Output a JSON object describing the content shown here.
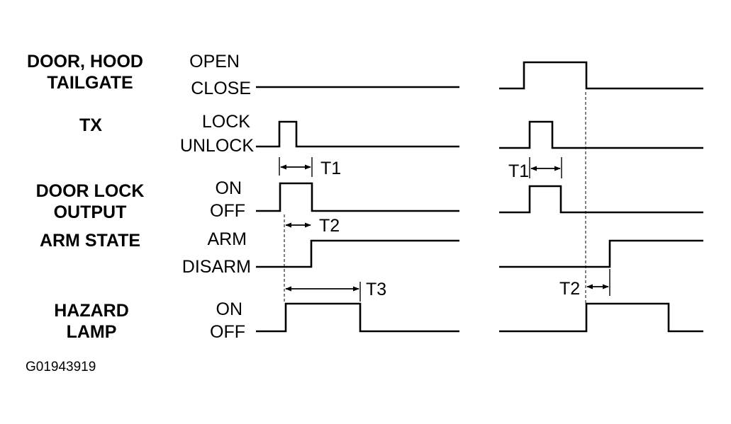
{
  "signals": [
    {
      "name_lines": [
        "DOOR, HOOD",
        "TAILGATE"
      ],
      "high_label": "OPEN",
      "low_label": "CLOSE"
    },
    {
      "name_lines": [
        "TX"
      ],
      "high_label": "LOCK",
      "low_label": "UNLOCK"
    },
    {
      "name_lines": [
        "DOOR LOCK",
        "OUTPUT"
      ],
      "high_label": "ON",
      "low_label": "OFF"
    },
    {
      "name_lines": [
        "ARM STATE"
      ],
      "high_label": "ARM",
      "low_label": "DISARM"
    },
    {
      "name_lines": [
        "HAZARD",
        "LAMP"
      ],
      "high_label": "ON",
      "low_label": "OFF"
    }
  ],
  "timing_labels": {
    "left_t1": "T1",
    "left_t2": "T2",
    "left_t3": "T3",
    "right_t1": "T1",
    "right_t2": "T2"
  },
  "figure_code": "G01943919"
}
